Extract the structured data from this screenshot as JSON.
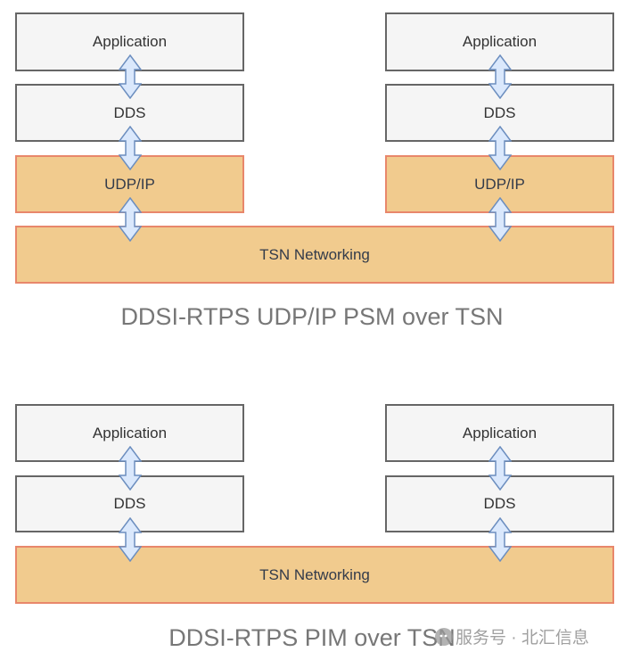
{
  "diagrams": [
    {
      "caption": "DDSI-RTPS UDP/IP PSM over TSN",
      "left_stack": [
        "Application",
        "DDS",
        "UDP/IP"
      ],
      "right_stack": [
        "Application",
        "DDS",
        "UDP/IP"
      ],
      "shared_layer": "TSN Networking"
    },
    {
      "caption": "DDSI-RTPS PIM over TSN",
      "left_stack": [
        "Application",
        "DDS"
      ],
      "right_stack": [
        "Application",
        "DDS"
      ],
      "shared_layer": "TSN Networking"
    }
  ],
  "colors": {
    "grey_fill": "#f5f5f5",
    "grey_stroke": "#666666",
    "orange_fill": "#f1cb8e",
    "orange_stroke": "#e8876b",
    "arrow_fill": "#dae8fc",
    "arrow_stroke": "#6c8ebf"
  },
  "watermark": {
    "icon": "wechat-icon",
    "text": "服务号 · 北汇信息"
  }
}
